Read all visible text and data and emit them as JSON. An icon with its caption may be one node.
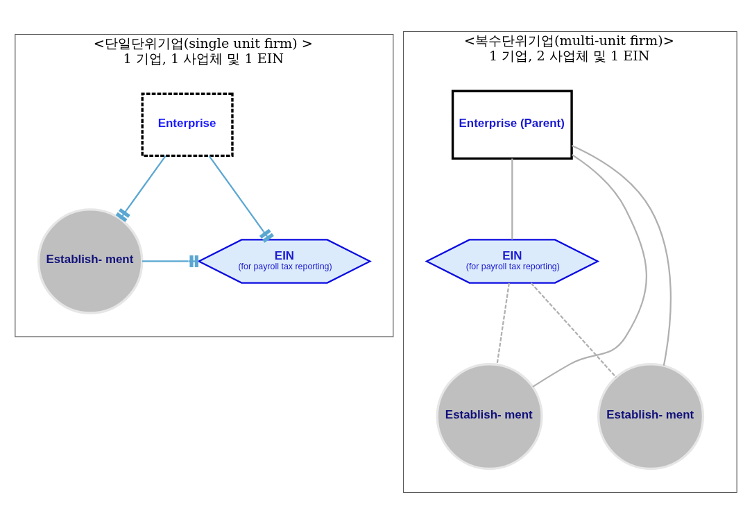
{
  "diagram": {
    "nodes": [
      {
        "text": [
          "<단일단위기업(single unit firm) >",
          "1 기업, 1 사업체 및 1 EIN"
        ]
      },
      {
        "text": [
          "Enterprise"
        ],
        "in": 0
      },
      {
        "text": [
          "Establish- ment"
        ],
        "in": 0
      },
      {
        "text": [
          "EIN",
          "(for payroll tax reporting)"
        ],
        "in": 0
      },
      {
        "text": [
          "<복수단위기업(multi-unit firm)>",
          "1 기업, 2 사업체 및 1 EIN"
        ]
      },
      {
        "text": [
          "Enterprise (Parent)"
        ],
        "in": 4
      },
      {
        "text": [
          "EIN",
          "(for payroll tax reporting)"
        ],
        "in": 4
      },
      {
        "text": [
          "Establish- ment"
        ],
        "in": 4
      },
      {
        "text": [
          "Establish- ment"
        ],
        "in": 4
      }
    ],
    "edges": [
      {
        "from": 1,
        "to": 2,
        "arrow": "other",
        "color": "#5aa7d2"
      },
      {
        "from": 1,
        "to": 3,
        "arrow": "other",
        "color": "#5aa7d2"
      },
      {
        "from": 2,
        "to": 3,
        "arrow": "other",
        "color": "#5aa7d2"
      },
      {
        "from": 5,
        "to": 6,
        "arrow": "none"
      },
      {
        "from": 5,
        "to": 7,
        "arrow": "none"
      },
      {
        "from": 5,
        "to": 8,
        "arrow": "none"
      },
      {
        "from": 6,
        "to": 7,
        "arrow": "none",
        "style": "dashed"
      },
      {
        "from": 6,
        "to": 8,
        "arrow": "none",
        "style": "dashed"
      }
    ]
  }
}
